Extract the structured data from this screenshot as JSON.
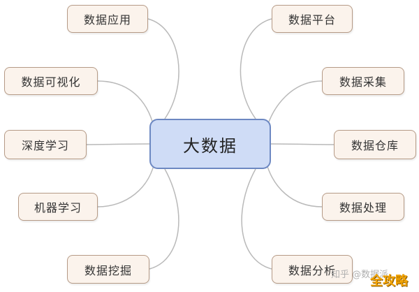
{
  "center": "大数据",
  "left_nodes": [
    "数据应用",
    "数据可视化",
    "深度学习",
    "机器学习",
    "数据挖掘"
  ],
  "right_nodes": [
    "数据平台",
    "数据采集",
    "数据仓库",
    "数据处理",
    "数据分析"
  ],
  "watermark": "知乎 @数据派",
  "brand": "全攻略",
  "colors": {
    "line": "#b9b9b9",
    "node_border": "#b59a86",
    "node_fill": "#fbf3ec",
    "center_border": "#6d88c2",
    "center_fill": "#cfdcf6"
  }
}
